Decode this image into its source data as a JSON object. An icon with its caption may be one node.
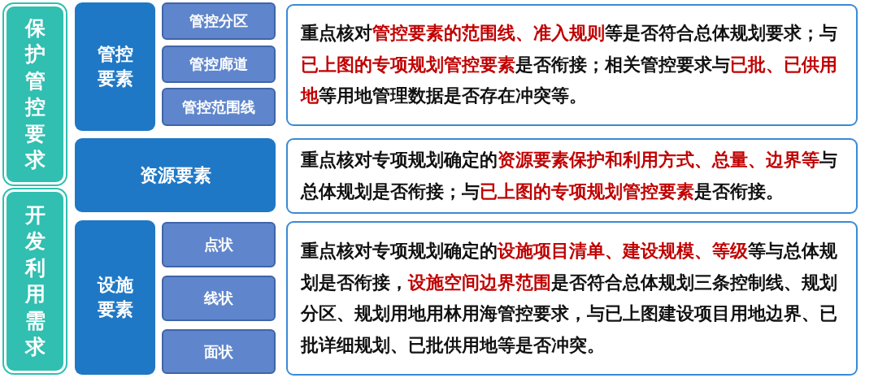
{
  "diagram": {
    "nodes": [
      {
        "text": [
          "保护管控要求"
        ]
      },
      {
        "text": [
          "开发利用需求"
        ]
      },
      {
        "text": [
          "管控要素"
        ]
      },
      {
        "text": [
          "管控分区"
        ]
      },
      {
        "text": [
          "管控廊道"
        ]
      },
      {
        "text": [
          "管控范围线"
        ]
      },
      {
        "text": [
          "重点核对**管控要素的范围线、准入规则**等是否符合总体规划要求；与**已上图的专项规划管控要素**是否衔接；相关管控要求与**已批、已供用地**等用地管理数据是否存在冲突等。"
        ]
      },
      {
        "text": [
          "资源要素"
        ]
      },
      {
        "text": [
          "重点核对专项规划确定的**资源要素保护和利用方式、总量、边界等**与总体规划是否衔接；与**已上图的专项规划管控要素**是否衔接。"
        ]
      },
      {
        "text": [
          "设施要素"
        ]
      },
      {
        "text": [
          "点状"
        ]
      },
      {
        "text": [
          "线状"
        ]
      },
      {
        "text": [
          "面状"
        ]
      },
      {
        "text": [
          "重点核对专项规划确定的**设施项目清单、建设规模、等级**等与总体规划是否衔接，**设施空间边界范围**是否符合总体规划三条控制线、规划分区、规划用地用林用海管控要求，与已上图建设项目用地边界、已批详细规划、已批供用地等是否冲突。"
        ]
      }
    ]
  }
}
